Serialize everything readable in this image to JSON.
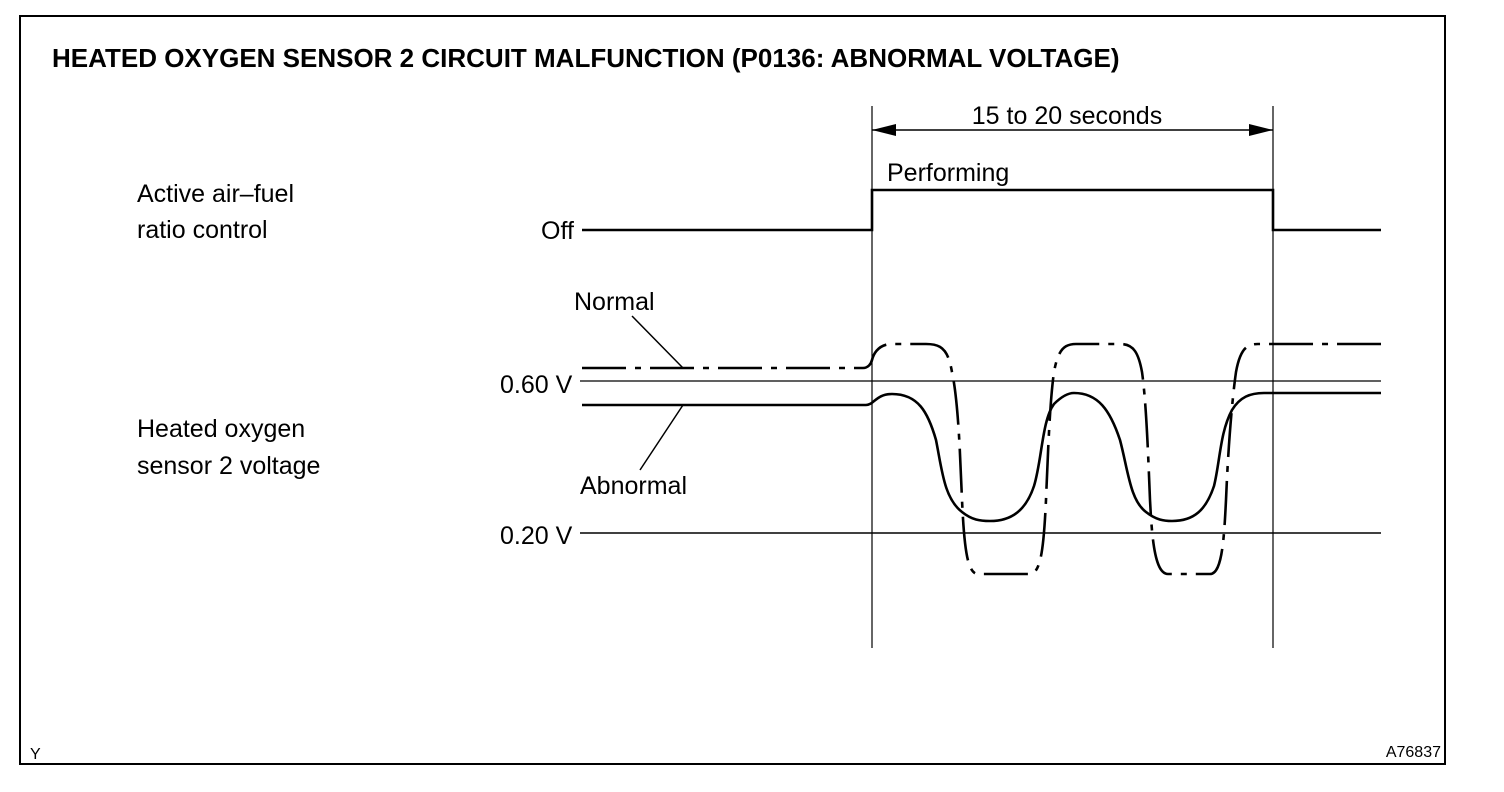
{
  "title": "HEATED OXYGEN SENSOR 2 CIRCUIT MALFUNCTION (P0136: ABNORMAL VOLTAGE)",
  "duration_label": "15 to 20 seconds",
  "control": {
    "label_line1": "Active air–fuel",
    "label_line2": "ratio control",
    "off_label": "Off",
    "on_label": "Performing"
  },
  "sensor": {
    "label_line1": "Heated oxygen",
    "label_line2": "sensor 2 voltage",
    "normal_label": "Normal",
    "abnormal_label": "Abnormal",
    "v_high": "0.60 V",
    "v_low": "0.20 V"
  },
  "corner_left": "Y",
  "corner_right": "A76837"
}
